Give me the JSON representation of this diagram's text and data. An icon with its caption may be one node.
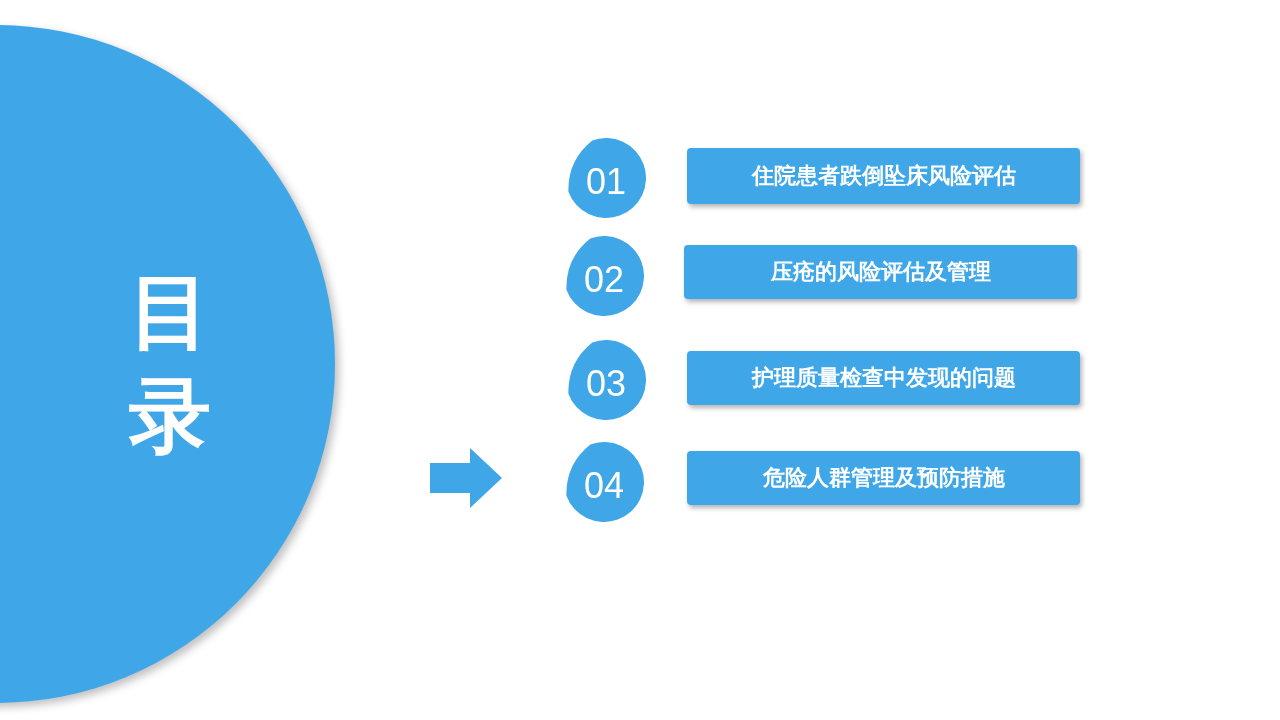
{
  "diagram": {
    "nodes": [
      {
        "text": [
          "目录"
        ]
      },
      {
        "text": [
          "01"
        ]
      },
      {
        "text": [
          "住院患者跌倒坠床风险评估"
        ]
      },
      {
        "text": [
          "02"
        ]
      },
      {
        "text": [
          "压疮的风险评估及管理"
        ]
      },
      {
        "text": [
          "03"
        ]
      },
      {
        "text": [
          "护理质量检查中发现的问题"
        ]
      },
      {
        "text": [
          "04"
        ]
      },
      {
        "text": [
          "危险人群管理及预防措施"
        ]
      }
    ]
  }
}
